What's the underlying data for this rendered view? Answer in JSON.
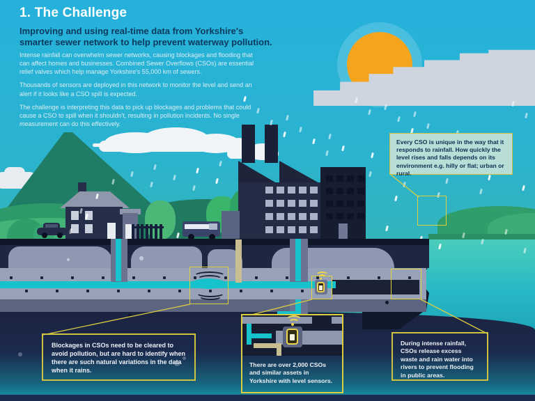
{
  "page": {
    "title": "1. The Challenge",
    "subtitle": "Improving and using real-time data from Yorkshire's smarter sewer network to help prevent waterway pollution.",
    "paragraphs": {
      "p1": "Intense rainfall can overwhelm sewer networks, causing blockages and flooding that can affect homes and businesses. Combined Sewer Overflows (CSOs) are essential relief valves which help manage Yorkshire's 55,000 km of sewers.",
      "p2": "Thousands of sensors are deployed in this network to monitor the level and send an alert if it looks like a CSO spill is expected.",
      "p3": "The challenge is interpreting this data to pick up blockages and problems that could cause a CSO to spill when it shouldn't, resulting in pollution incidents. No single measurement can do this effectively."
    }
  },
  "callouts": {
    "cso_unique": {
      "text": "Every CSO is unique in the way that it responds to rainfall. How quickly the level rises and falls depends on its environment e.g. hilly or flat; urban or rural."
    },
    "blockages": {
      "text": "Blockages in CSOs need to be cleared to avoid pollution, but are hard to identify when there are such natural variations in the data when it rains."
    },
    "sensors": {
      "text": "There are over 2,000 CSOs and similar assets in Yorkshire with level sensors."
    },
    "rainfall": {
      "text": "During intense rainfall, CSOs release excess waste and rain water into rivers to prevent flooding in public areas."
    }
  },
  "icons": {
    "sensor_icon": "wifi-level-sensor"
  },
  "colors": {
    "accent_yellow": "#DCCD41",
    "sky_top": "#25B1DC",
    "sky_horizon": "#41B6A0",
    "sun": "#F4A41D",
    "sewer_water": "#16C3CD",
    "callout_bg": "#B9DED8",
    "deep_water": "#1B2340"
  }
}
